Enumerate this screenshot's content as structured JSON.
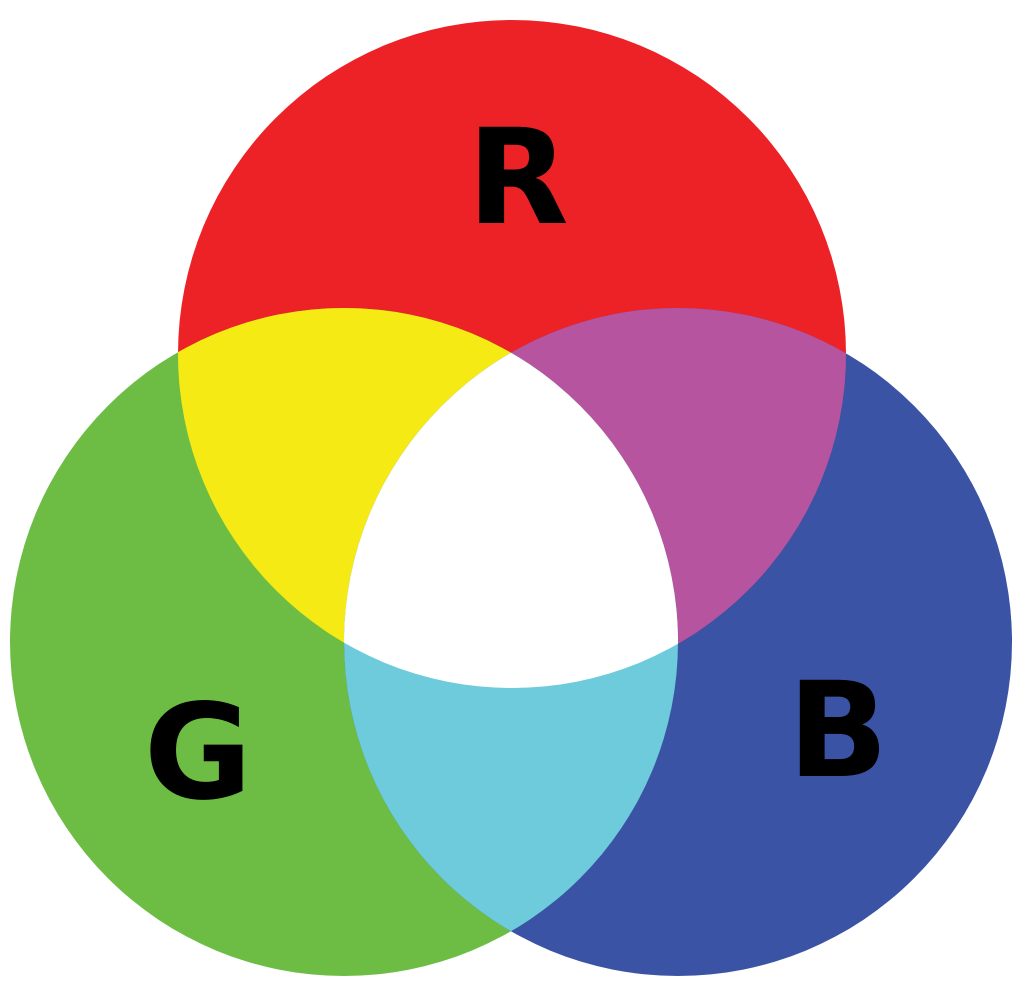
{
  "diagram": {
    "type": "venn",
    "background": "#ffffff",
    "circles": [
      {
        "id": "red",
        "label": "R",
        "color": "#ec2227"
      },
      {
        "id": "green",
        "label": "G",
        "color": "#6dbd45"
      },
      {
        "id": "blue",
        "label": "B",
        "color": "#3a53a4"
      }
    ],
    "overlaps": {
      "red_green": "#f5ea14",
      "red_blue": "#b7549f",
      "green_blue": "#6ecbdb",
      "all": "#ffffff"
    }
  }
}
